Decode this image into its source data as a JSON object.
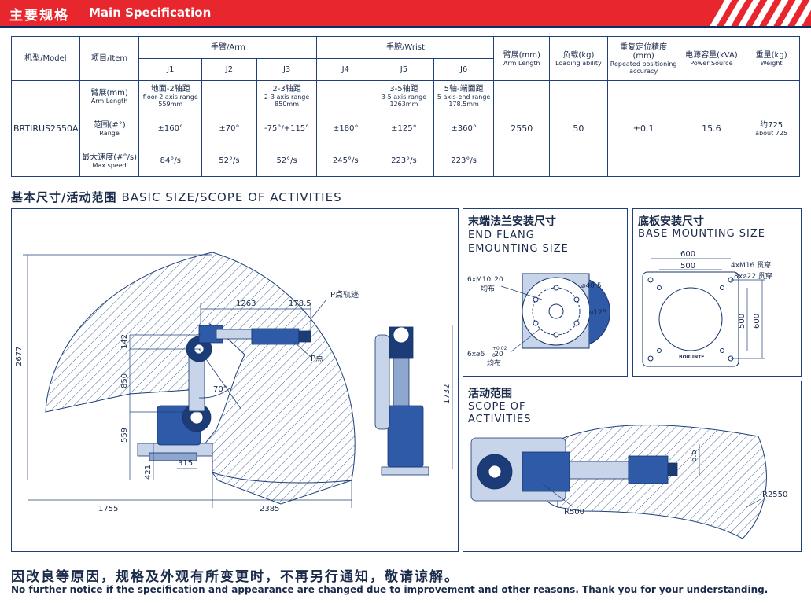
{
  "header": {
    "title_zh": "主要规格",
    "title_en": "Main Specification"
  },
  "spec": {
    "h_model": "机型/Model",
    "h_item": "项目/Item",
    "h_arm": "手臂/Arm",
    "h_wrist": "手腕/Wrist",
    "joints": [
      "J1",
      "J2",
      "J3",
      "J4",
      "J5",
      "J6"
    ],
    "h_armlength": [
      "臂展(mm)",
      "Arm Length"
    ],
    "h_load": [
      "负载(kg)",
      "Loading ability"
    ],
    "h_accuracy": [
      "重复定位精度(mm)",
      "Repeated positioning",
      "accuracy"
    ],
    "h_power": [
      "电源容量(kVA)",
      "Power Source"
    ],
    "h_weight": [
      "重量(kg)",
      "Weight"
    ],
    "model": "BRTIRUS2550A",
    "row_arm": {
      "label": [
        "臂展(mm)",
        "Arm Length"
      ],
      "j1": [
        "地面-2轴距",
        "floor-2 axis range",
        "559mm"
      ],
      "j3": [
        "2-3轴距",
        "2-3 axis range",
        "850mm"
      ],
      "j5": [
        "3-5轴距",
        "3-5 axis range",
        "1263mm"
      ],
      "j6": [
        "5轴-端面距",
        "5 axis-end range",
        "178.5mm"
      ]
    },
    "row_range": {
      "label": [
        "范围(#°)",
        "Range"
      ],
      "values": [
        "±160°",
        "±70°",
        "-75°/+115°",
        "±180°",
        "±125°",
        "±360°"
      ]
    },
    "row_speed": {
      "label": [
        "最大速度(#°/s)",
        "Max.speed"
      ],
      "values": [
        "84°/s",
        "52°/s",
        "52°/s",
        "245°/s",
        "223°/s",
        "223°/s"
      ]
    },
    "arm_length": "2550",
    "load": "50",
    "accuracy": "±0.1",
    "power": "15.6",
    "weight": [
      "约725",
      "about 725"
    ]
  },
  "section2": {
    "zh": "基本尺寸/活动范围",
    "en": "BASIC SIZE/SCOPE OF ACTIVITIES"
  },
  "main_diagram": {
    "dims": {
      "d2677": "2677",
      "d1263": "1263",
      "d178": "178.5",
      "d142": "142",
      "d850": "850",
      "d559": "559",
      "d421": "421",
      "d315": "315",
      "d1755": "1755",
      "d2385": "2385",
      "d1732": "1732",
      "angle": "70°"
    },
    "labels": {
      "track": "P点轨迹",
      "ppoint": "P点"
    }
  },
  "flange": {
    "zh": "末端法兰安装尺寸",
    "en1": "END FLANG",
    "en2": "EMOUNTING SIZE",
    "l1": "6xM10",
    "l1b": "20",
    "l1c": "均布",
    "l2": "40",
    "l2b": "5",
    "l3": "125",
    "l4": "6x",
    "l4b": "6",
    "l4c": "20",
    "l4d": "+0.02",
    "l4e": "0",
    "l4f": "均布"
  },
  "base": {
    "zh": "底板安装尺寸",
    "en": "BASE MOUNTING SIZE",
    "d600": "600",
    "d500": "500",
    "n1": "4xM16 贯穿",
    "n2": "8x",
    "n2b": "22 贯穿",
    "v500": "500",
    "v600": "600",
    "brand": "BORUNTE"
  },
  "scope": {
    "zh": "活动范围",
    "en1": "SCOPE OF",
    "en2": "ACTIVITIES",
    "r500": "R500",
    "r2550": "R2550",
    "d65": "6.5"
  },
  "footer": {
    "zh": "因改良等原因，规格及外观有所变更时，不再另行通知，敬请谅解。",
    "en": "No further notice if the specification and appearance are changed due to improvement and other reasons. Thank you for your understanding."
  },
  "colors": {
    "accent": "#e8262d",
    "navy": "#1e3f7a",
    "robot": "#2f5aa8"
  }
}
